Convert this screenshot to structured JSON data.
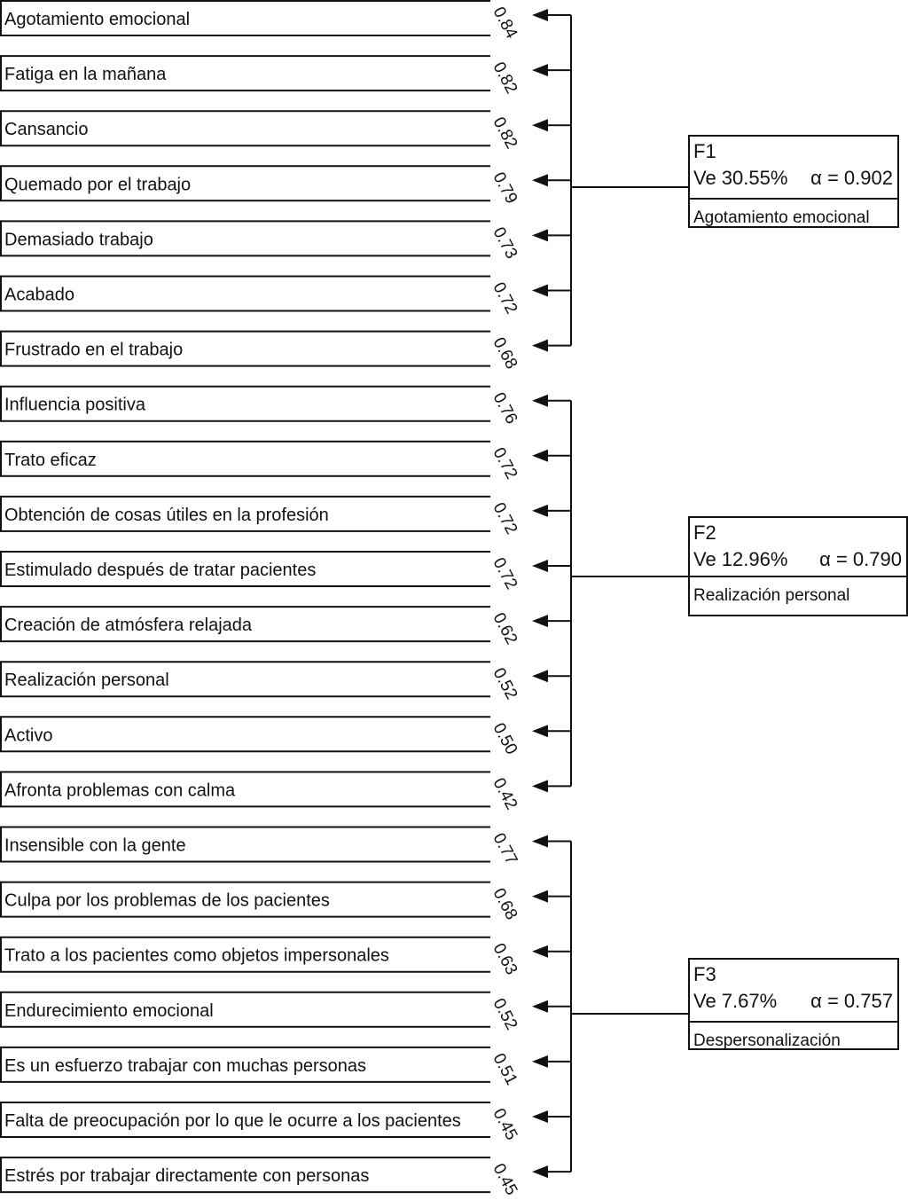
{
  "factors": [
    {
      "code": "F1",
      "ve_label": "Ve 30.55%",
      "alpha_label": "α = 0.902",
      "name": "Agotamiento emocional",
      "items": [
        {
          "label": "Agotamiento emocional",
          "loading": "0.84"
        },
        {
          "label": "Fatiga en la mañana",
          "loading": "0.82"
        },
        {
          "label": "Cansancio",
          "loading": "0.82"
        },
        {
          "label": "Quemado por el trabajo",
          "loading": "0.79"
        },
        {
          "label": "Demasiado trabajo",
          "loading": "0.73"
        },
        {
          "label": "Acabado",
          "loading": "0.72"
        },
        {
          "label": "Frustrado en el trabajo",
          "loading": "0.68"
        }
      ]
    },
    {
      "code": "F2",
      "ve_label": "Ve 12.96%",
      "alpha_label": "α = 0.790",
      "name": "Realización personal",
      "items": [
        {
          "label": "Influencia positiva",
          "loading": "0.76"
        },
        {
          "label": "Trato eficaz",
          "loading": "0.72"
        },
        {
          "label": "Obtención de cosas útiles en la profesión",
          "loading": "0.72"
        },
        {
          "label": "Estimulado después de tratar pacientes",
          "loading": "0.72"
        },
        {
          "label": "Creación de atmósfera relajada",
          "loading": "0.62"
        },
        {
          "label": "Realización personal",
          "loading": "0.52"
        },
        {
          "label": "Activo",
          "loading": "0.50"
        },
        {
          "label": "Afronta problemas con calma",
          "loading": "0.42"
        }
      ]
    },
    {
      "code": "F3",
      "ve_label": "Ve 7.67%",
      "alpha_label": "α = 0.757",
      "name": "Despersonalización",
      "items": [
        {
          "label": "Insensible con la gente",
          "loading": "0.77"
        },
        {
          "label": "Culpa por los problemas de los pacientes",
          "loading": "0.68"
        },
        {
          "label": "Trato a los pacientes como objetos impersonales",
          "loading": "0.63"
        },
        {
          "label": "Endurecimiento emocional",
          "loading": "0.52"
        },
        {
          "label": "Es un esfuerzo trabajar con muchas personas",
          "loading": "0.51"
        },
        {
          "label": "Falta de preocupación por lo que le ocurre a los pacientes",
          "loading": "0.45"
        },
        {
          "label": "Estrés por trabajar directamente con personas",
          "loading": "0.45"
        }
      ]
    }
  ]
}
